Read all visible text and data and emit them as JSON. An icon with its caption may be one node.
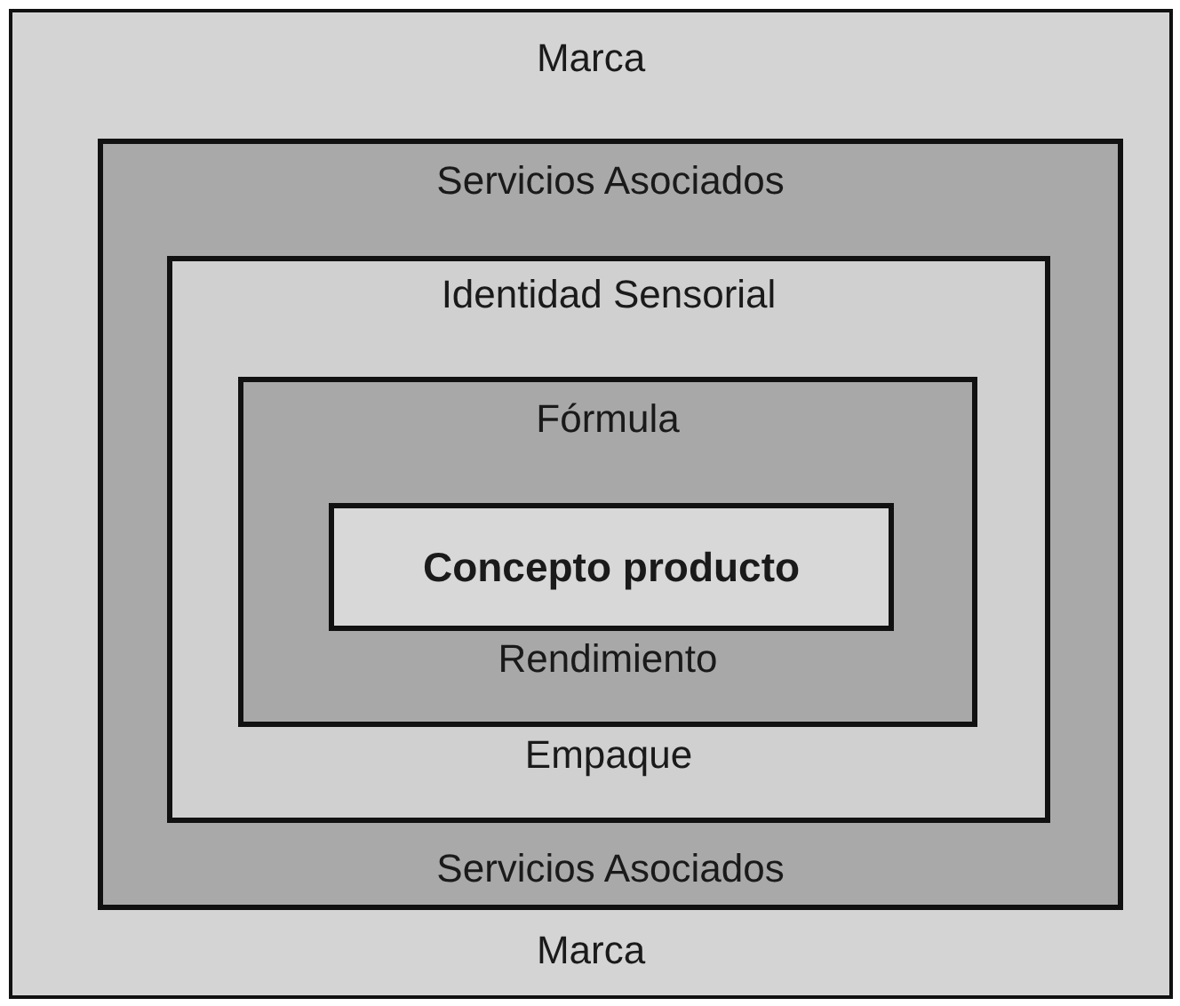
{
  "diagram": {
    "nodes": [
      {
        "text": [
          "Marca",
          "Marca"
        ]
      },
      {
        "text": [
          "Servicios Asociados",
          "Servicios Asociados"
        ],
        "in": 0
      },
      {
        "text": [
          "Identidad Sensorial",
          "Empaque"
        ],
        "in": 1
      },
      {
        "text": [
          "Fórmula",
          "Rendimiento"
        ],
        "in": 2
      },
      {
        "text": [
          "Concepto producto"
        ],
        "in": 3
      }
    ]
  }
}
